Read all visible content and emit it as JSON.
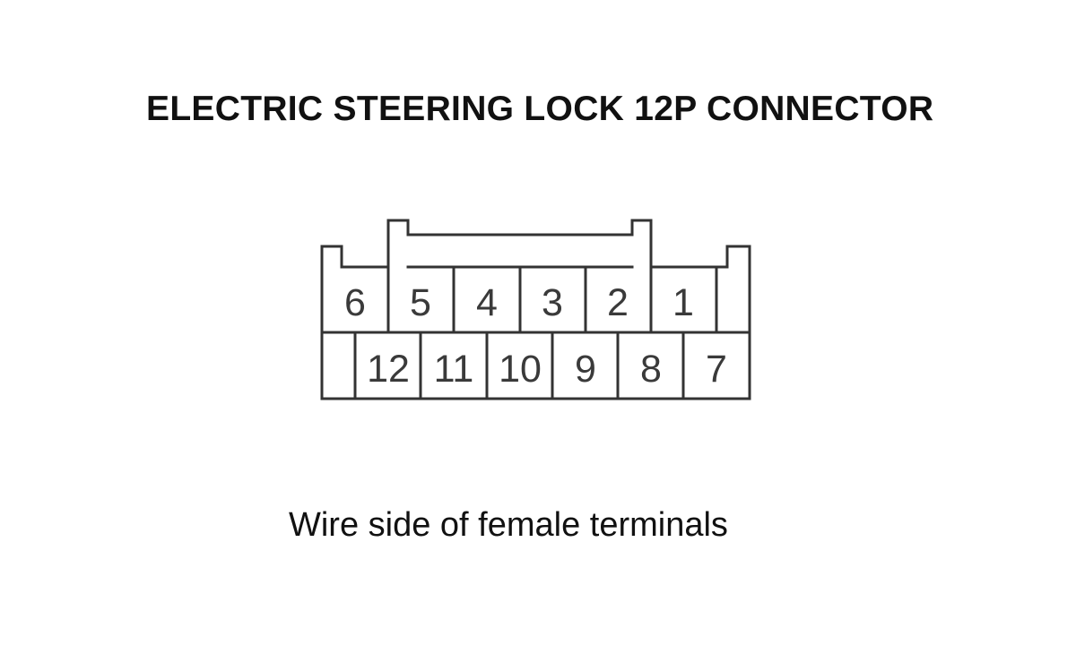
{
  "diagram": {
    "title": "ELECTRIC STEERING LOCK 12P CONNECTOR",
    "caption": "Wire side of female terminals",
    "connector": {
      "top_row": [
        "6",
        "5",
        "4",
        "3",
        "2",
        "1"
      ],
      "bottom_row": [
        "12",
        "11",
        "10",
        "9",
        "8",
        "7"
      ]
    }
  }
}
